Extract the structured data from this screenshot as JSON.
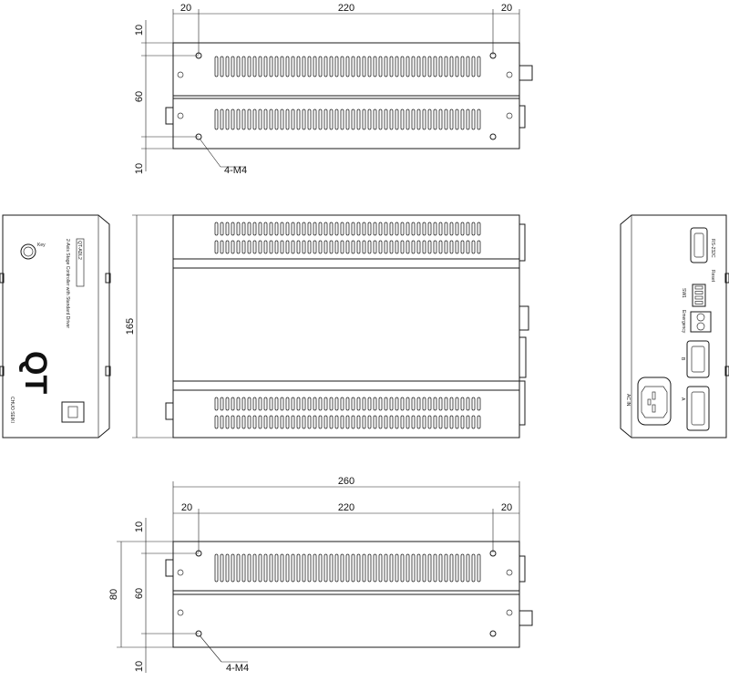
{
  "dimensions": {
    "top_view": {
      "mount_offset_left": "20",
      "mount_span": "220",
      "mount_offset_right": "20",
      "edge_top": "10",
      "mount_height": "60",
      "edge_bottom": "10",
      "screw_label": "4-M4"
    },
    "front_view": {
      "height": "165"
    },
    "bottom_view": {
      "overall_width": "260",
      "mount_offset_left": "20",
      "mount_span": "220",
      "mount_offset_right": "20",
      "overall_height": "80",
      "edge_top": "10",
      "mount_height": "60",
      "edge_bottom": "10",
      "screw_label": "4-M4"
    }
  },
  "left_panel": {
    "logo": "QT",
    "model": "QT-ADL2",
    "description": "2-Axis Stage Controller with Standard Driver",
    "key_label": "Key",
    "maker": "CHUO SEIKI"
  },
  "right_panel": {
    "rs232c": "RS-232C",
    "reset": "Reset",
    "sw1": "SW1",
    "emergency": "Emergency",
    "axis_b": "B",
    "axis_a": "A",
    "ac_in": "AC IN"
  }
}
